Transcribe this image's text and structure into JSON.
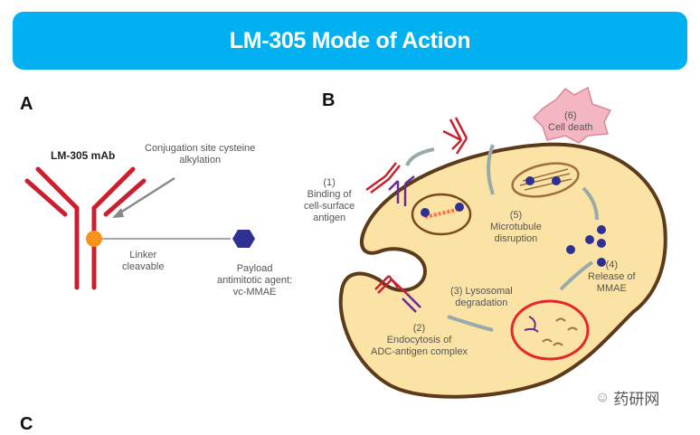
{
  "title": "LM-305 Mode of Action",
  "panels": {
    "a": {
      "label": "A",
      "mab_label": "LM-305 mAb",
      "conjugation_label_line1": "Conjugation site cysteine",
      "conjugation_label_line2": "alkylation",
      "linker_line1": "Linker",
      "linker_line2": "cleavable",
      "payload_line1": "Payload",
      "payload_line2": "antimitotic agent:",
      "payload_line3": "vc-MMAE"
    },
    "b": {
      "label": "B",
      "steps": [
        {
          "num": "(1)",
          "lines": [
            "Binding of",
            "cell-surface",
            "antigen"
          ]
        },
        {
          "num": "(2)",
          "lines": [
            "Endocytosis of",
            "ADC-antigen complex"
          ]
        },
        {
          "num": "(3) Lysosomal",
          "lines": [
            "degradation"
          ]
        },
        {
          "num": "(4)",
          "lines": [
            "Release of",
            "MMAE"
          ]
        },
        {
          "num": "(5)",
          "lines": [
            "Microtubule",
            "disruption"
          ]
        },
        {
          "num": "(6)",
          "lines": [
            "Cell death"
          ]
        }
      ]
    },
    "c": {
      "label": "C"
    }
  },
  "colors": {
    "banner": "#00b0f0",
    "antibody": "#c8202f",
    "linker_node": "#f7941d",
    "payload": "#2e3192",
    "cell_fill": "#fbe3a5",
    "cell_border": "#5c3a1a",
    "lysosome": "#e8262a",
    "dead_cell": "#f4b6c2",
    "antigen": "#6a2c91"
  },
  "watermark": {
    "icon": "wechat-icon",
    "text": "药研网"
  }
}
